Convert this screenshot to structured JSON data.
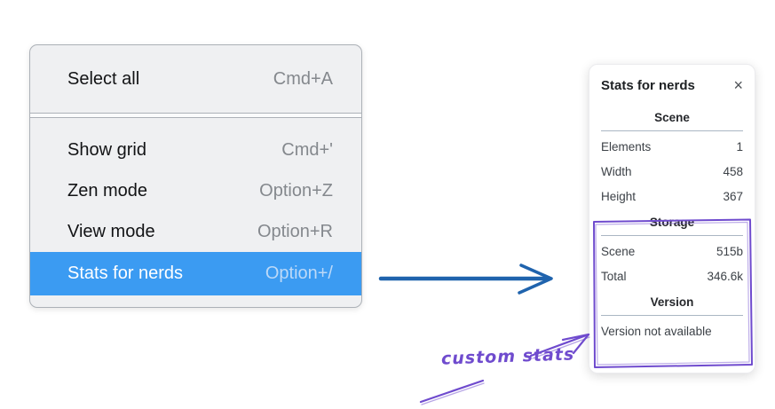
{
  "colors": {
    "menu_bg": "#eff0f2",
    "menu_border": "#acb1b7",
    "menu_text": "#121315",
    "shortcut_text": "#84888d",
    "highlight_bg": "#3b9bf2",
    "highlight_text": "#ffffff",
    "highlight_shortcut": "#bcd9f8",
    "flow_arrow": "#1f63ad",
    "annotation_purple": "#6f4bce",
    "panel_text": "#343a40",
    "panel_divider": "#aab6c3"
  },
  "menu": {
    "sections": [
      {
        "items": [
          {
            "label": "Select all",
            "shortcut": "Cmd+A"
          }
        ]
      },
      {
        "items": [
          {
            "label": "Show grid",
            "shortcut": "Cmd+'"
          },
          {
            "label": "Zen mode",
            "shortcut": "Option+Z"
          },
          {
            "label": "View mode",
            "shortcut": "Option+R"
          },
          {
            "label": "Stats for nerds",
            "shortcut": "Option+/",
            "highlighted": true
          }
        ]
      }
    ]
  },
  "stats_panel": {
    "title": "Stats for nerds",
    "close_icon": "×",
    "scene": {
      "header": "Scene",
      "rows": [
        {
          "label": "Elements",
          "value": "1"
        },
        {
          "label": "Width",
          "value": "458"
        },
        {
          "label": "Height",
          "value": "367"
        }
      ]
    },
    "storage": {
      "header": "Storage",
      "rows": [
        {
          "label": "Scene",
          "value": "515b"
        },
        {
          "label": "Total",
          "value": "346.6k"
        }
      ]
    },
    "version": {
      "header": "Version",
      "note": "Version not available"
    }
  },
  "annotation": {
    "label": "custom stats"
  }
}
